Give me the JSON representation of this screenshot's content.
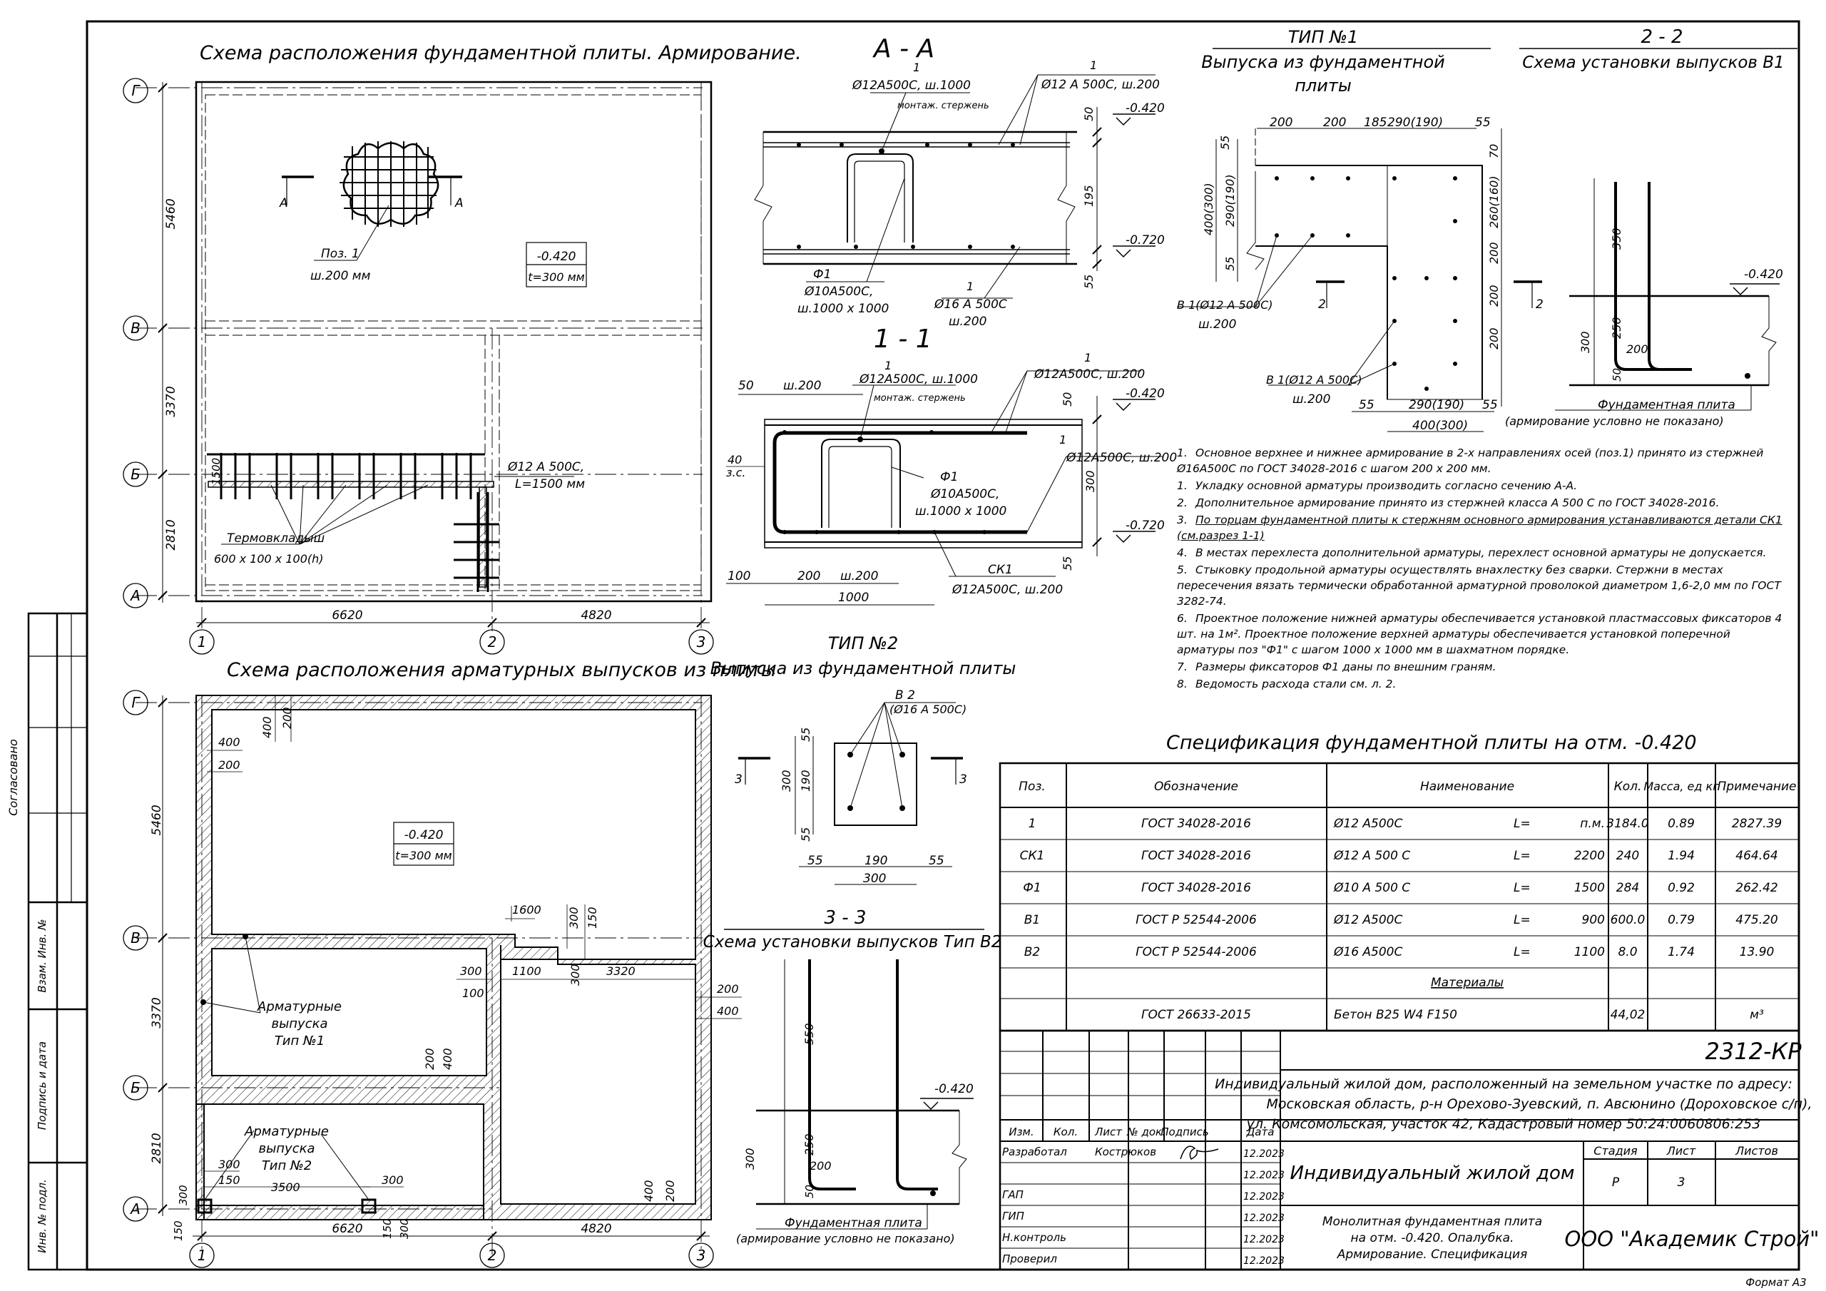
{
  "plan1": {
    "title": "Схема расположения фундаментной плиты. Армирование.",
    "pos_label": "Поз. 1",
    "pos_step": "ш.200 мм",
    "level": "-0.420",
    "thickness": "t=300 мм",
    "rebar_label": "Ø12 А 500С,",
    "rebar_len": "L=1500 мм",
    "termo_label": "Термовкладыш",
    "termo_size": "600 x 100 x 100(h)",
    "dim_1500": "1500",
    "section_mark": "А"
  },
  "plan2": {
    "title": "Схема расположения арматурных выпусков из плиты",
    "level": "-0.420",
    "thickness": "t=300 мм",
    "vyp1_l1": "Арматурные",
    "vyp1_l2": "выпуска",
    "vyp1_l3": "Тип №1",
    "vyp2_l1": "Арматурные",
    "vyp2_l2": "выпуска",
    "vyp2_l3": "Тип №2"
  },
  "axes": {
    "rows": [
      "Г",
      "В",
      "Б",
      "А"
    ],
    "cols": [
      "1",
      "2",
      "3"
    ],
    "row_dims": [
      "5460",
      "3370",
      "2810"
    ],
    "col_dims": [
      "6620",
      "4820"
    ]
  },
  "dims2": {
    "d400": "400",
    "d200": "200",
    "d1600": "1600",
    "d300": "300",
    "d150": "150",
    "d100": "100",
    "d1100": "1100",
    "d3320": "3320",
    "d3500": "3500"
  },
  "secAA": {
    "title": "А - А",
    "l1": "1",
    "top_bar": "Ø12А500С, ш.1000",
    "top_bar_note": "монтаж. стержень",
    "right_bar": "Ø12 А 500С, ш.200",
    "phi_label": "Ф1",
    "phi_bar": "Ø10А500С,",
    "phi_step": "ш.1000 x 1000",
    "bot_bar": "Ø16 А 500С",
    "bot_step": "ш.200",
    "lev_top": "-0.420",
    "lev_bot": "-0.720",
    "d50": "50",
    "d195": "195",
    "d55": "55"
  },
  "sec11": {
    "title": "1 - 1",
    "l1": "1",
    "top_bar": "Ø12А500С, ш.1000",
    "top_bar_note": "монтаж. стержень",
    "right_bar": "Ø12А500С, ш.200",
    "right_bar2": "Ø12А500С, ш.200",
    "phi_label": "Ф1",
    "phi_bar": "Ø10А500С,",
    "phi_step": "ш.1000 x 1000",
    "ck_label": "СК1",
    "ck_bar": "Ø12А500С, ш.200",
    "lev_top": "-0.420",
    "lev_bot": "-0.720",
    "d50": "50",
    "d200": "ш.200",
    "d40": "40",
    "zs": "з.с.",
    "d300": "300",
    "d55": "55",
    "d100": "100",
    "d200b": "200",
    "d200c": "ш.200",
    "d1000": "1000"
  },
  "type1": {
    "title1": "ТИП №1",
    "title2": "Выпуска из фундаментной",
    "title3": "плиты",
    "dims_top": [
      "200",
      "200",
      "185",
      "290(190)",
      "55"
    ],
    "d55": "55",
    "d400_300": "400(300)",
    "d290_190": "290(190)",
    "d70": "70",
    "d260_160": "260(160)",
    "d200": "200",
    "b1a": "В 1(Ø12 А 500С)",
    "b1a_step": "ш.200",
    "b1b": "В 1(Ø12 А 500С)",
    "b1b_step": "ш.200",
    "bottom_dims": [
      "55",
      "290(190)",
      "55"
    ],
    "bottom_total": "400(300)",
    "cut": "2"
  },
  "sec22": {
    "title1": "2 - 2",
    "title2": "Схема установки выпусков В1",
    "d350": "350",
    "d250": "250",
    "d300": "300",
    "d200": "200",
    "d50": "50",
    "lev": "-0.420",
    "plate_l1": "Фундаментная плита",
    "plate_l2": "(армирование условно не показано)"
  },
  "type2": {
    "title1": "ТИП №2",
    "title2": "Выпуска из фундаментной плиты",
    "b2": "В 2",
    "b2_bar": "(Ø16 А 500С)",
    "d55": "55",
    "d190": "190",
    "d300": "300",
    "cut": "3"
  },
  "sec33": {
    "title1": "3 - 3",
    "title2": "Схема установки выпусков Тип В2",
    "d550": "550",
    "d250": "250",
    "d300": "300",
    "d200": "200",
    "d50": "50",
    "lev": "-0.420",
    "plate_l1": "Фундаментная плита",
    "plate_l2": "(армирование условно не показано)"
  },
  "notes": [
    {
      "n": "1.",
      "t": "Основное верхнее и нижнее армирование в 2-х направлениях осей (поз.1) принято из стержней Ø16А500С по ГОСТ 34028-2016 с шагом 200 x 200 мм."
    },
    {
      "n": "1.",
      "t": "Укладку основной арматуры производить согласно сечению А-А."
    },
    {
      "n": "2.",
      "t": "Дополнительное армирование принято из стержней класса А 500 С по ГОСТ 34028-2016."
    },
    {
      "n": "3.",
      "t": "По торцам фундаментной плиты к стержням основного армирования устанавливаются детали СК1 (см.разрез 1-1)",
      "ul": true
    },
    {
      "n": "4.",
      "t": "В местах перехлеста дополнительной арматуры, перехлест основной арматуры не допускается."
    },
    {
      "n": "5.",
      "t": "Стыковку продольной арматуры осуществлять внахлестку без сварки. Стержни в местах пересечения вязать термически обработанной арматурной проволокой диаметром 1,6-2,0 мм по ГОСТ 3282-74."
    },
    {
      "n": "6.",
      "t": "Проектное положение нижней арматуры обеспечивается установкой пластмассовых фиксаторов 4 шт. на 1м². Проектное положение верхней арматуры обеспечивается установкой поперечной арматуры поз \"Ф1\" с шагом 1000 x 1000 мм в шахматном порядке."
    },
    {
      "n": "7.",
      "t": "Размеры фиксаторов Ф1 даны по внешним граням."
    },
    {
      "n": "8.",
      "t": "Ведомость расхода стали см. л. 2."
    }
  ],
  "spec": {
    "title": "Спецификация фундаментной плиты на отм. -0.420",
    "headers": {
      "pos": "Поз.",
      "desig": "Обозначение",
      "name": "Наименование",
      "qty": "Кол.",
      "mass": "Масса, ед кг",
      "note": "Примечание"
    },
    "rows": [
      {
        "pos": "1",
        "desig": "ГОСТ 34028-2016",
        "name": "Ø12 А500С",
        "lbl": "L=",
        "len": "п.м.",
        "qty": "3184.0",
        "mass": "0.89",
        "note": "2827.39"
      },
      {
        "pos": "СК1",
        "desig": "ГОСТ 34028-2016",
        "name": "Ø12 А 500 С",
        "lbl": "L=",
        "len": "2200",
        "qty": "240",
        "mass": "1.94",
        "note": "464.64"
      },
      {
        "pos": "Ф1",
        "desig": "ГОСТ 34028-2016",
        "name": "Ø10 А 500 С",
        "lbl": "L=",
        "len": "1500",
        "qty": "284",
        "mass": "0.92",
        "note": "262.42"
      },
      {
        "pos": "В1",
        "desig": "ГОСТ Р 52544-2006",
        "name": "Ø12 А500С",
        "lbl": "L=",
        "len": "900",
        "qty": "600.0",
        "mass": "0.79",
        "note": "475.20"
      },
      {
        "pos": "В2",
        "desig": "ГОСТ Р 52544-2006",
        "name": "Ø16 А500С",
        "lbl": "L=",
        "len": "1100",
        "qty": "8.0",
        "mass": "1.74",
        "note": "13.90"
      }
    ],
    "materials": "Материалы",
    "mat_row": {
      "desig": "ГОСТ 26633-2015",
      "name": "Бетон В25 W4 F150",
      "qty": "44,02",
      "note": "м³"
    }
  },
  "stamp": {
    "code": "2312-КР",
    "addr1": "Индивидуальный жилой дом, расположенный на земельном участке по адресу:",
    "addr2": "Московская область, р-н Орехово-Зуевский, п. Авсюнино (Дороховское с/п),",
    "addr3": "ул. Комсомольская, участок 42, Кадастровый номер 50:24:0060806:253",
    "cols": [
      "Изм.",
      "Кол.",
      "Лист",
      "№ док.",
      "Подпись",
      "Дата"
    ],
    "roles": [
      "Разработал",
      "ГАП",
      "ГИП",
      "Н.контроль",
      "Проверил"
    ],
    "author": "Кострюков",
    "dates": [
      "12.2023",
      "12.2023",
      "12.2023",
      "12.2023",
      "12.2023",
      "12.2023"
    ],
    "project": "Индивидуальный жилой дом",
    "stage_h": "Стадия",
    "sheet_h": "Лист",
    "sheets_h": "Листов",
    "stage": "Р",
    "sheet": "3",
    "desc1": "Монолитная фундаментная плита",
    "desc2": "на отм. -0.420. Опалубка.",
    "desc3": "Армирование. Спецификация",
    "company": "ООО \"Академик Строй\"",
    "format": "Формат А3"
  },
  "side": {
    "agreed": "Согласовано",
    "inv_zam": "Взам. Инв. №",
    "sign_date": "Подпись и дата",
    "inv_orig": "Инв. № подл."
  }
}
